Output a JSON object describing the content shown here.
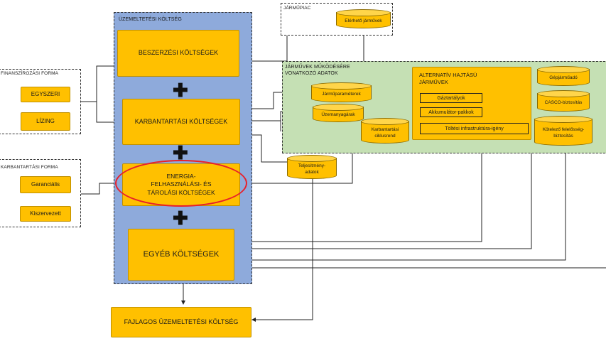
{
  "operating_cost": {
    "title": "ÜZEMELTETÉSI KÖLTSÉG",
    "purchase": "BESZERZÉSI KÖLTSÉGEK",
    "maintenance": "KARBANTARTÁSI KÖLTSÉGEK",
    "energy_line1": "ENERGIA-",
    "energy_line2": "FELHASZNÁLÁSI- ÉS",
    "energy_line3": "TÁROLÁSI KÖLTSÉGEK",
    "other": "EGYÉB KÖLTSÉGEK",
    "plus_sign": "✚"
  },
  "unit_cost": "FAJLAGOS ÜZEMELTETÉSI KÖLTSÉG",
  "financing": {
    "title": "FINANSZÍROZÁSI FORMA",
    "option1": "EGYSZERI",
    "option2": "LÍZING"
  },
  "maintenance_form": {
    "title": "KARBANTARTÁSI FORMA",
    "option1": "Garanciális",
    "option2": "Kiszervezett"
  },
  "vehicle_market": {
    "title": "JÁRMŰPIAC",
    "available": "Elérhető járművek"
  },
  "vehicle_data": {
    "title_line1": "JÁRMŰVEK MŰKÖDÉSÉRE",
    "title_line2": "VONATKOZÓ ADATOK",
    "params": "Járműparaméterek",
    "fuel_prices": "Üzemanyagárak",
    "maint_cycle_line1": "Karbantartási",
    "maint_cycle_line2": "ciklusrend",
    "performance_line1": "Teljesítmény-",
    "performance_line2": "adatok",
    "vehicle_tax": "Gépjárműadó",
    "casco": "CASCO-biztosítás",
    "liability_line1": "Kötelező felelősség-",
    "liability_line2": "biztosítás"
  },
  "alt_drive": {
    "title_line1": "ALTERNATÍV HAJTÁSÚ",
    "title_line2": "JÁRMŰVEK",
    "gas_tanks": "Gáztartályok",
    "battery_packs": "Akkumulátor-pakkok",
    "charging_infra": "Töltési infrastruktúra-igény"
  },
  "colors": {
    "operating_cost_bg": "#8eaadb",
    "vehicle_data_bg": "#c5e0b4",
    "box_fill": "#ffc000",
    "highlight": "#e8202a"
  }
}
